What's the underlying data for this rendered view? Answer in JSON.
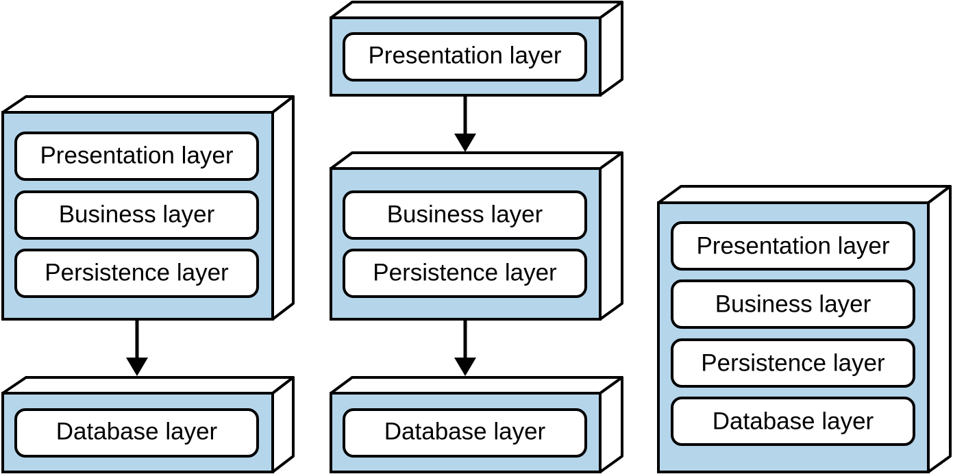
{
  "colors": {
    "box_fill": "#b5d5ea",
    "outline": "#000000",
    "pill_fill": "#ffffff"
  },
  "deployments": [
    {
      "id": "two-tier",
      "nodes": [
        {
          "layers": [
            "Presentation layer",
            "Business layer",
            "Persistence layer"
          ]
        },
        {
          "layers": [
            "Database layer"
          ]
        }
      ]
    },
    {
      "id": "three-tier",
      "nodes": [
        {
          "layers": [
            "Presentation layer"
          ]
        },
        {
          "layers": [
            "Business layer",
            "Persistence layer"
          ]
        },
        {
          "layers": [
            "Database layer"
          ]
        }
      ]
    },
    {
      "id": "single-tier",
      "nodes": [
        {
          "layers": [
            "Presentation layer",
            "Business layer",
            "Persistence layer",
            "Database layer"
          ]
        }
      ]
    }
  ]
}
